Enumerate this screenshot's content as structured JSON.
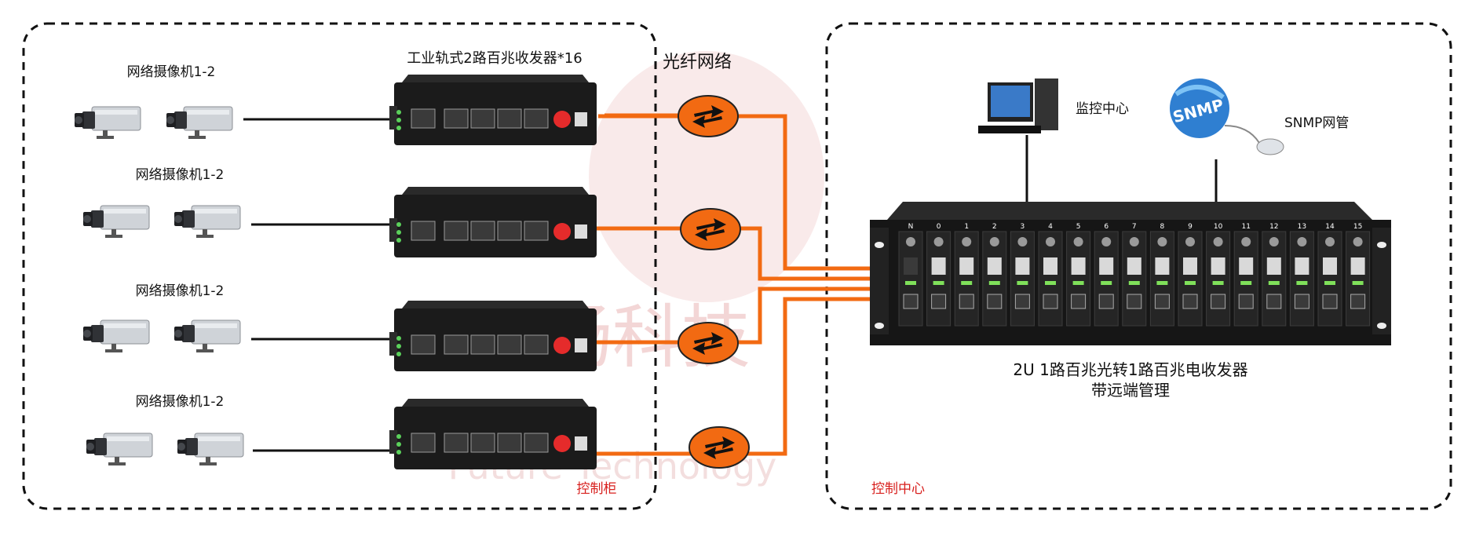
{
  "left_panel": {
    "title": "工业轨式2路百兆收发器*16",
    "camera_labels": [
      "网络摄像机1-2",
      "网络摄像机1-2",
      "网络摄像机1-2",
      "网络摄像机1-2"
    ],
    "corner_label": "控制柜"
  },
  "network": {
    "label": "光纤网络"
  },
  "right_panel": {
    "monitor_label": "监控中心",
    "snmp_label": "SNMP网管",
    "snmp_globe_text": "SNMP",
    "chassis_caption_1": "2U 1路百兆光转1路百兆电收发器",
    "chassis_caption_2": "带远端管理",
    "corner_label": "控制中心",
    "slot_numbers": [
      "N",
      "0",
      "1",
      "2",
      "3",
      "4",
      "5",
      "6",
      "7",
      "8",
      "9",
      "10",
      "11",
      "12",
      "13",
      "14",
      "15"
    ]
  },
  "watermark": {
    "cn": "飞畅科技",
    "en": "Future Technology"
  },
  "colors": {
    "fiber": "#f26a12",
    "device": "#1b1b1b",
    "label_red": "#d8201e",
    "watermark": "#f3d6d6"
  },
  "icons": [
    "camera-icon",
    "transceiver-icon",
    "fiber-link-icon",
    "computer-icon",
    "snmp-globe-icon",
    "rack-chassis-icon"
  ]
}
